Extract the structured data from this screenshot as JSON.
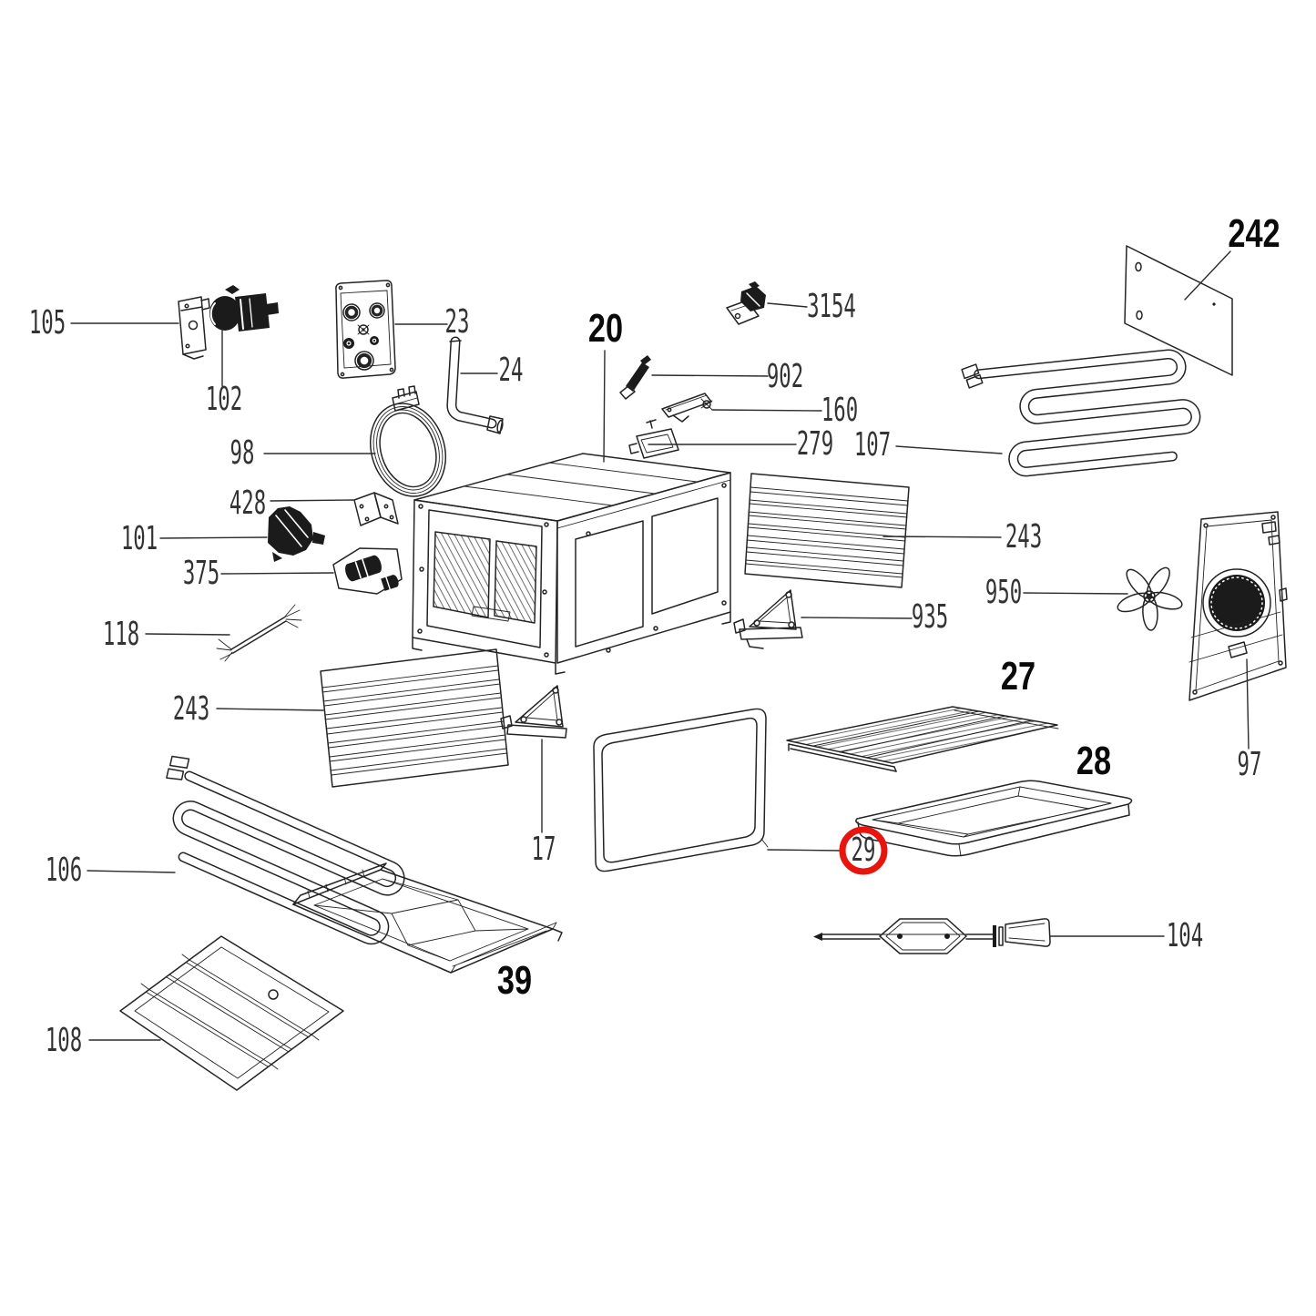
{
  "diagram": {
    "kind": "exploded-parts-diagram",
    "subject": "oven assembly",
    "background": "#ffffff",
    "line_color": "#242424",
    "label_color": "#333333",
    "bold_label_color": "#0a0a0a",
    "highlight_color": "#e8140e",
    "selected_part": "29",
    "labels": [
      {
        "text": "105",
        "emphasis": "normal",
        "leader": true,
        "highlighted": false
      },
      {
        "text": "102",
        "emphasis": "normal",
        "leader": true,
        "highlighted": false
      },
      {
        "text": "23",
        "emphasis": "normal",
        "leader": true,
        "highlighted": false
      },
      {
        "text": "24",
        "emphasis": "normal",
        "leader": true,
        "highlighted": false
      },
      {
        "text": "98",
        "emphasis": "normal",
        "leader": true,
        "highlighted": false
      },
      {
        "text": "428",
        "emphasis": "normal",
        "leader": true,
        "highlighted": false
      },
      {
        "text": "101",
        "emphasis": "normal",
        "leader": true,
        "highlighted": false
      },
      {
        "text": "375",
        "emphasis": "normal",
        "leader": true,
        "highlighted": false
      },
      {
        "text": "118",
        "emphasis": "normal",
        "leader": true,
        "highlighted": false
      },
      {
        "text": "243",
        "emphasis": "normal",
        "leader": true,
        "highlighted": false
      },
      {
        "text": "106",
        "emphasis": "normal",
        "leader": true,
        "highlighted": false
      },
      {
        "text": "108",
        "emphasis": "normal",
        "leader": true,
        "highlighted": false
      },
      {
        "text": "20",
        "emphasis": "bold",
        "leader": true,
        "highlighted": false
      },
      {
        "text": "3154",
        "emphasis": "normal",
        "leader": true,
        "highlighted": false
      },
      {
        "text": "902",
        "emphasis": "normal",
        "leader": true,
        "highlighted": false
      },
      {
        "text": "160",
        "emphasis": "normal",
        "leader": true,
        "highlighted": false
      },
      {
        "text": "279",
        "emphasis": "normal",
        "leader": true,
        "highlighted": false
      },
      {
        "text": "107",
        "emphasis": "normal",
        "leader": true,
        "highlighted": false
      },
      {
        "text": "242",
        "emphasis": "bold",
        "leader": true,
        "highlighted": false
      },
      {
        "text": "243",
        "emphasis": "normal",
        "leader": true,
        "highlighted": false
      },
      {
        "text": "950",
        "emphasis": "normal",
        "leader": true,
        "highlighted": false
      },
      {
        "text": "935",
        "emphasis": "normal",
        "leader": true,
        "highlighted": false
      },
      {
        "text": "27",
        "emphasis": "bold",
        "leader": false,
        "highlighted": false
      },
      {
        "text": "28",
        "emphasis": "bold",
        "leader": false,
        "highlighted": false
      },
      {
        "text": "97",
        "emphasis": "normal",
        "leader": true,
        "highlighted": false
      },
      {
        "text": "17",
        "emphasis": "normal",
        "leader": true,
        "highlighted": false
      },
      {
        "text": "29",
        "emphasis": "normal",
        "leader": true,
        "highlighted": true
      },
      {
        "text": "39",
        "emphasis": "bold",
        "leader": false,
        "highlighted": false
      },
      {
        "text": "104",
        "emphasis": "normal",
        "leader": true,
        "highlighted": false
      }
    ]
  }
}
